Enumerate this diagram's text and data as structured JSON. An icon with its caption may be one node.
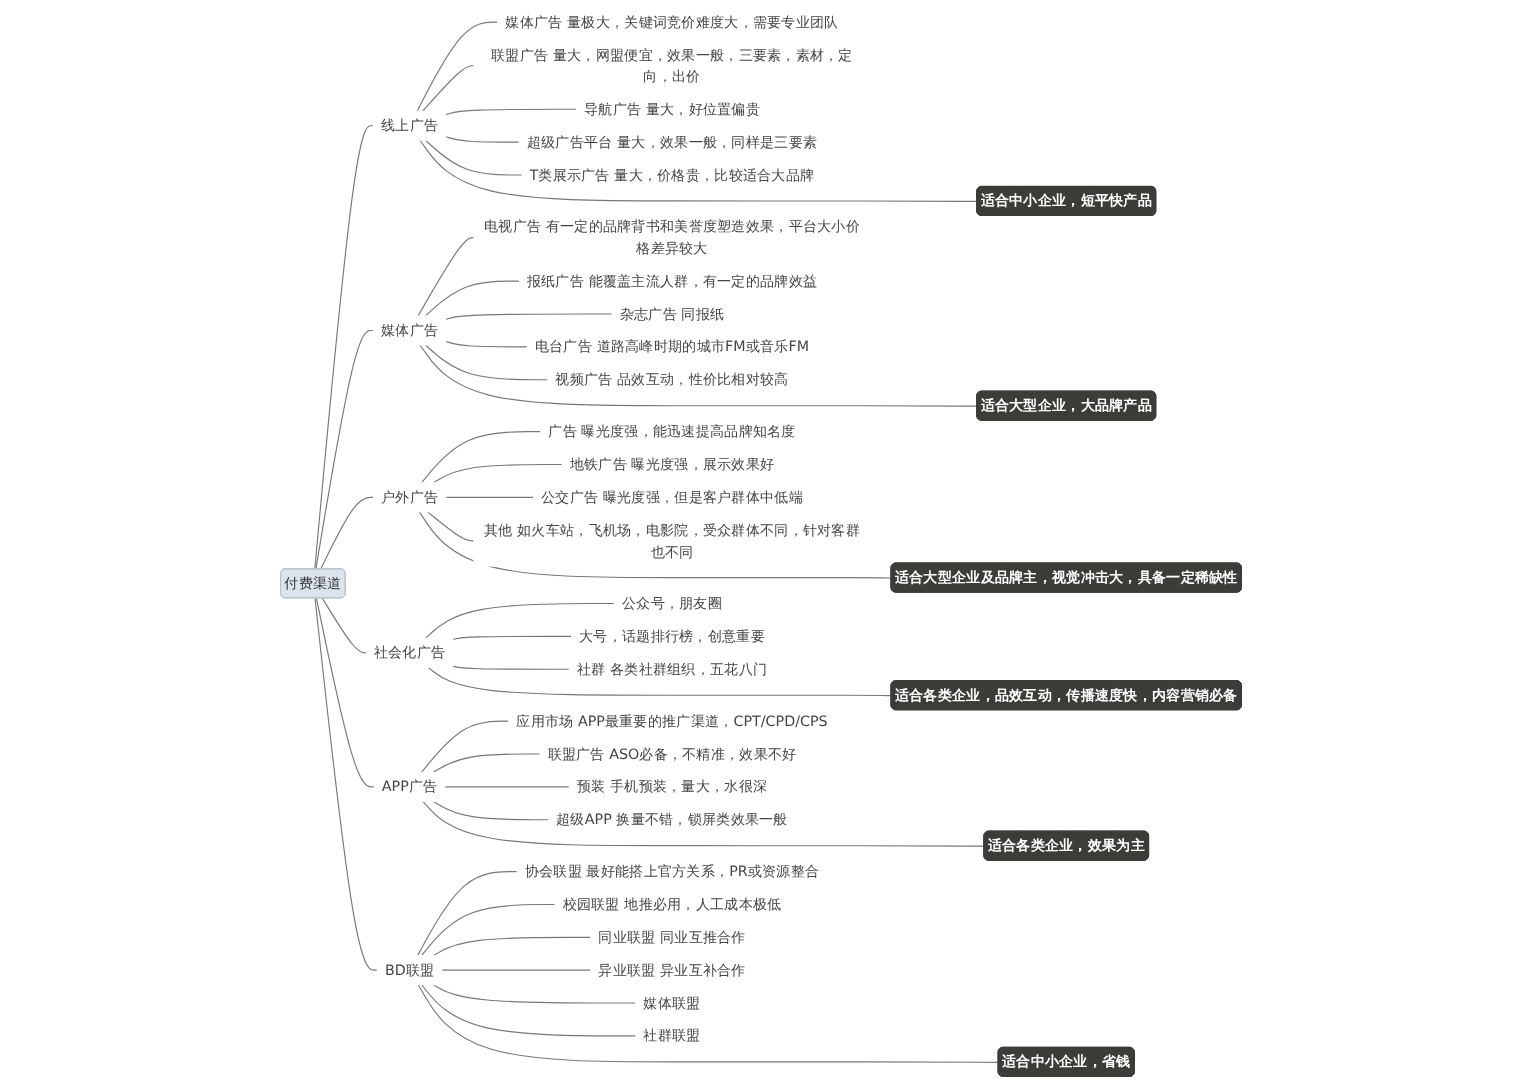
{
  "diagram": {
    "nodes": [
      {
        "text": [
          "付费渠道"
        ]
      },
      {
        "text": [
          "线上广告"
        ]
      },
      {
        "text": [
          "媒体广告",
          "量极大，关键词竞价难度大，需要专业团队"
        ]
      },
      {
        "text": [
          "联盟广告",
          "量大，网盟便宜，效果一般，三要素，素材，定向，出价"
        ]
      },
      {
        "text": [
          "导航广告",
          "量大，好位置偏贵"
        ]
      },
      {
        "text": [
          "超级广告平台",
          "量大，效果一般，同样是三要素"
        ]
      },
      {
        "text": [
          "T类展示广告",
          "量大，价格贵，比较适合大品牌"
        ]
      },
      {
        "text": [
          "适合中小企业，短平快产品"
        ]
      },
      {
        "text": [
          "媒体广告"
        ]
      },
      {
        "text": [
          "电视广告",
          "有一定的品牌背书和美誉度塑造效果，平台大小价格差异较大"
        ]
      },
      {
        "text": [
          "报纸广告",
          "能覆盖主流人群，有一定的品牌效益"
        ]
      },
      {
        "text": [
          "杂志广告",
          "同报纸"
        ]
      },
      {
        "text": [
          "电台广告",
          "道路高峰时期的城市FM或音乐FM"
        ]
      },
      {
        "text": [
          "视频广告",
          "品效互动，性价比相对较高"
        ]
      },
      {
        "text": [
          "适合大型企业，大品牌产品"
        ]
      },
      {
        "text": [
          "户外广告"
        ]
      },
      {
        "text": [
          "广告",
          "曝光度强，能迅速提高品牌知名度"
        ]
      },
      {
        "text": [
          "地铁广告",
          "曝光度强，展示效果好"
        ]
      },
      {
        "text": [
          "公交广告",
          "曝光度强，但是客户群体中低端"
        ]
      },
      {
        "text": [
          "其他",
          "如火车站，飞机场，电影院，受众群体不同，针对客群也不同"
        ]
      },
      {
        "text": [
          "适合大型企业及品牌主，视觉冲击大，具备一定稀缺性"
        ]
      },
      {
        "text": [
          "社会化广告"
        ]
      },
      {
        "text": [
          "公众号，朋友圈"
        ]
      },
      {
        "text": [
          "大号，话题排行榜，创意重要"
        ]
      },
      {
        "text": [
          "社群",
          "各类社群组织，五花八门"
        ]
      },
      {
        "text": [
          "适合各类企业，品效互动，传播速度快，内容营销必备"
        ]
      },
      {
        "text": [
          "APP广告"
        ]
      },
      {
        "text": [
          "应用市场",
          "APP最重要的推广渠道，CPT/CPD/CPS"
        ]
      },
      {
        "text": [
          "联盟广告",
          "ASO必备，不精准，效果不好"
        ]
      },
      {
        "text": [
          "预装",
          "手机预装，量大，水很深"
        ]
      },
      {
        "text": [
          "超级APP",
          "换量不错，锁屏类效果一般"
        ]
      },
      {
        "text": [
          "适合各类企业，效果为主"
        ]
      },
      {
        "text": [
          "BD联盟"
        ]
      },
      {
        "text": [
          "协会联盟",
          "最好能搭上官方关系，PR或资源整合"
        ]
      },
      {
        "text": [
          "校园联盟",
          "地推必用，人工成本极低"
        ]
      },
      {
        "text": [
          "同业联盟",
          "同业互推合作"
        ]
      },
      {
        "text": [
          "异业联盟",
          "异业互补合作"
        ]
      },
      {
        "text": [
          "媒体联盟"
        ]
      },
      {
        "text": [
          "社群联盟"
        ]
      },
      {
        "text": [
          "适合中小企业，省钱"
        ]
      }
    ],
    "edges": [
      {
        "from": 0,
        "to": 1,
        "arrow": "none"
      },
      {
        "from": 1,
        "to": 2,
        "arrow": "none"
      },
      {
        "from": 1,
        "to": 3,
        "arrow": "none"
      },
      {
        "from": 1,
        "to": 4,
        "arrow": "none"
      },
      {
        "from": 1,
        "to": 5,
        "arrow": "none"
      },
      {
        "from": 1,
        "to": 6,
        "arrow": "none"
      },
      {
        "from": 1,
        "to": 7,
        "arrow": "none"
      },
      {
        "from": 0,
        "to": 8,
        "arrow": "none"
      },
      {
        "from": 8,
        "to": 9,
        "arrow": "none"
      },
      {
        "from": 8,
        "to": 10,
        "arrow": "none"
      },
      {
        "from": 8,
        "to": 11,
        "arrow": "none"
      },
      {
        "from": 8,
        "to": 12,
        "arrow": "none"
      },
      {
        "from": 8,
        "to": 13,
        "arrow": "none"
      },
      {
        "from": 8,
        "to": 14,
        "arrow": "none"
      },
      {
        "from": 0,
        "to": 15,
        "arrow": "none"
      },
      {
        "from": 15,
        "to": 16,
        "arrow": "none"
      },
      {
        "from": 15,
        "to": 17,
        "arrow": "none"
      },
      {
        "from": 15,
        "to": 18,
        "arrow": "none"
      },
      {
        "from": 15,
        "to": 19,
        "arrow": "none"
      },
      {
        "from": 15,
        "to": 20,
        "arrow": "none"
      },
      {
        "from": 0,
        "to": 21,
        "arrow": "none"
      },
      {
        "from": 21,
        "to": 22,
        "arrow": "none"
      },
      {
        "from": 21,
        "to": 23,
        "arrow": "none"
      },
      {
        "from": 21,
        "to": 24,
        "arrow": "none"
      },
      {
        "from": 21,
        "to": 25,
        "arrow": "none"
      },
      {
        "from": 0,
        "to": 26,
        "arrow": "none"
      },
      {
        "from": 26,
        "to": 27,
        "arrow": "none"
      },
      {
        "from": 26,
        "to": 28,
        "arrow": "none"
      },
      {
        "from": 26,
        "to": 29,
        "arrow": "none"
      },
      {
        "from": 26,
        "to": 30,
        "arrow": "none"
      },
      {
        "from": 26,
        "to": 31,
        "arrow": "none"
      },
      {
        "from": 0,
        "to": 32,
        "arrow": "none"
      },
      {
        "from": 32,
        "to": 33,
        "arrow": "none"
      },
      {
        "from": 32,
        "to": 34,
        "arrow": "none"
      },
      {
        "from": 32,
        "to": 35,
        "arrow": "none"
      },
      {
        "from": 32,
        "to": 36,
        "arrow": "none"
      },
      {
        "from": 32,
        "to": 37,
        "arrow": "none"
      },
      {
        "from": 32,
        "to": 38,
        "arrow": "none"
      },
      {
        "from": 32,
        "to": 39,
        "arrow": "none"
      }
    ]
  }
}
